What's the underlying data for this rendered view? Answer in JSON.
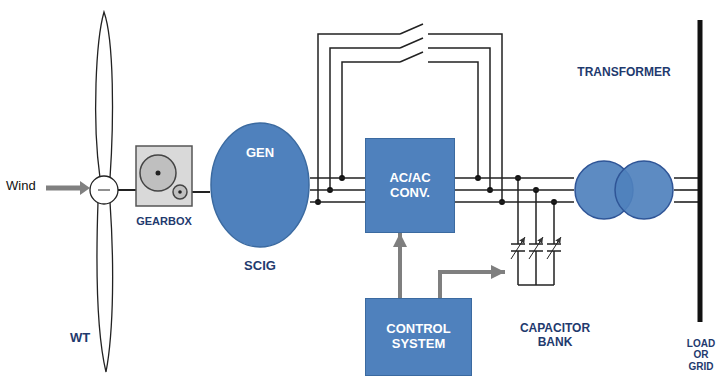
{
  "diagram": {
    "nodes": [
      {
        "text": [
          "WT"
        ]
      },
      {
        "text": [
          "GEARBOX"
        ]
      },
      {
        "text": [
          "GEN",
          "SCIG"
        ]
      },
      {
        "text": [
          "AC/AC CONV."
        ]
      },
      {
        "text": [
          "TRANSFORMER"
        ]
      },
      {
        "text": [
          "CONTROL SYSTEM"
        ]
      },
      {
        "text": [
          "CAPACITOR BANK"
        ]
      },
      {
        "text": [
          "LOAD OR GRID"
        ]
      }
    ],
    "edges": [
      {
        "from": 0,
        "to": 1,
        "arrow": "none"
      },
      {
        "from": 1,
        "to": 2,
        "arrow": "none"
      },
      {
        "from": 2,
        "to": 3,
        "arrow": "none"
      },
      {
        "from": 3,
        "to": 4,
        "arrow": "none"
      },
      {
        "from": 4,
        "to": 7,
        "arrow": "none"
      },
      {
        "from": 5,
        "to": 3,
        "arrow": "to"
      },
      {
        "from": 5,
        "to": 6,
        "arrow": "to"
      }
    ],
    "labels": [
      "Wind"
    ]
  }
}
